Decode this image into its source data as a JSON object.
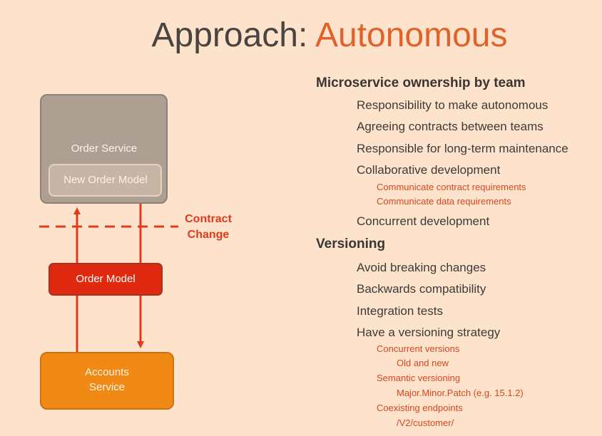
{
  "title": {
    "part1": "Approach:",
    "part2": "Autonomous"
  },
  "diagram": {
    "order_service": "Order Service",
    "new_order_model": "New Order Model",
    "order_model": "Order Model",
    "accounts_service_line1": "Accounts",
    "accounts_service_line2": "Service",
    "contract_change_line1": "Contract",
    "contract_change_line2": "Change"
  },
  "bullets": [
    {
      "level": 0,
      "text": "Microservice ownership by team"
    },
    {
      "level": 1,
      "text": "Responsibility to make autonomous"
    },
    {
      "level": 1,
      "text": "Agreeing contracts between teams"
    },
    {
      "level": 1,
      "text": "Responsible for long-term maintenance"
    },
    {
      "level": 1,
      "text": "Collaborative development"
    },
    {
      "level": 2,
      "text": "Communicate contract requirements"
    },
    {
      "level": 2,
      "text": "Communicate data requirements"
    },
    {
      "level": 1,
      "text": "Concurrent development"
    },
    {
      "level": 0,
      "text": "Versioning"
    },
    {
      "level": 1,
      "text": "Avoid breaking changes"
    },
    {
      "level": 1,
      "text": "Backwards compatibility"
    },
    {
      "level": 1,
      "text": "Integration tests"
    },
    {
      "level": 1,
      "text": "Have a versioning strategy"
    },
    {
      "level": 2,
      "text": "Concurrent versions"
    },
    {
      "level": 3,
      "text": "Old and new"
    },
    {
      "level": 2,
      "text": "Semantic versioning"
    },
    {
      "level": 3,
      "text": "Major.Minor.Patch (e.g. 15.1.2)"
    },
    {
      "level": 2,
      "text": "Coexisting endpoints"
    },
    {
      "level": 3,
      "text": "/V2/customer/"
    }
  ],
  "colors": {
    "background": "#fde3cc",
    "title_accent": "#e0622a",
    "arrow_red": "#e03a1c",
    "order_model_fill": "#e02a10",
    "accounts_fill": "#f08a14",
    "service_box_fill": "#ae9f93"
  }
}
